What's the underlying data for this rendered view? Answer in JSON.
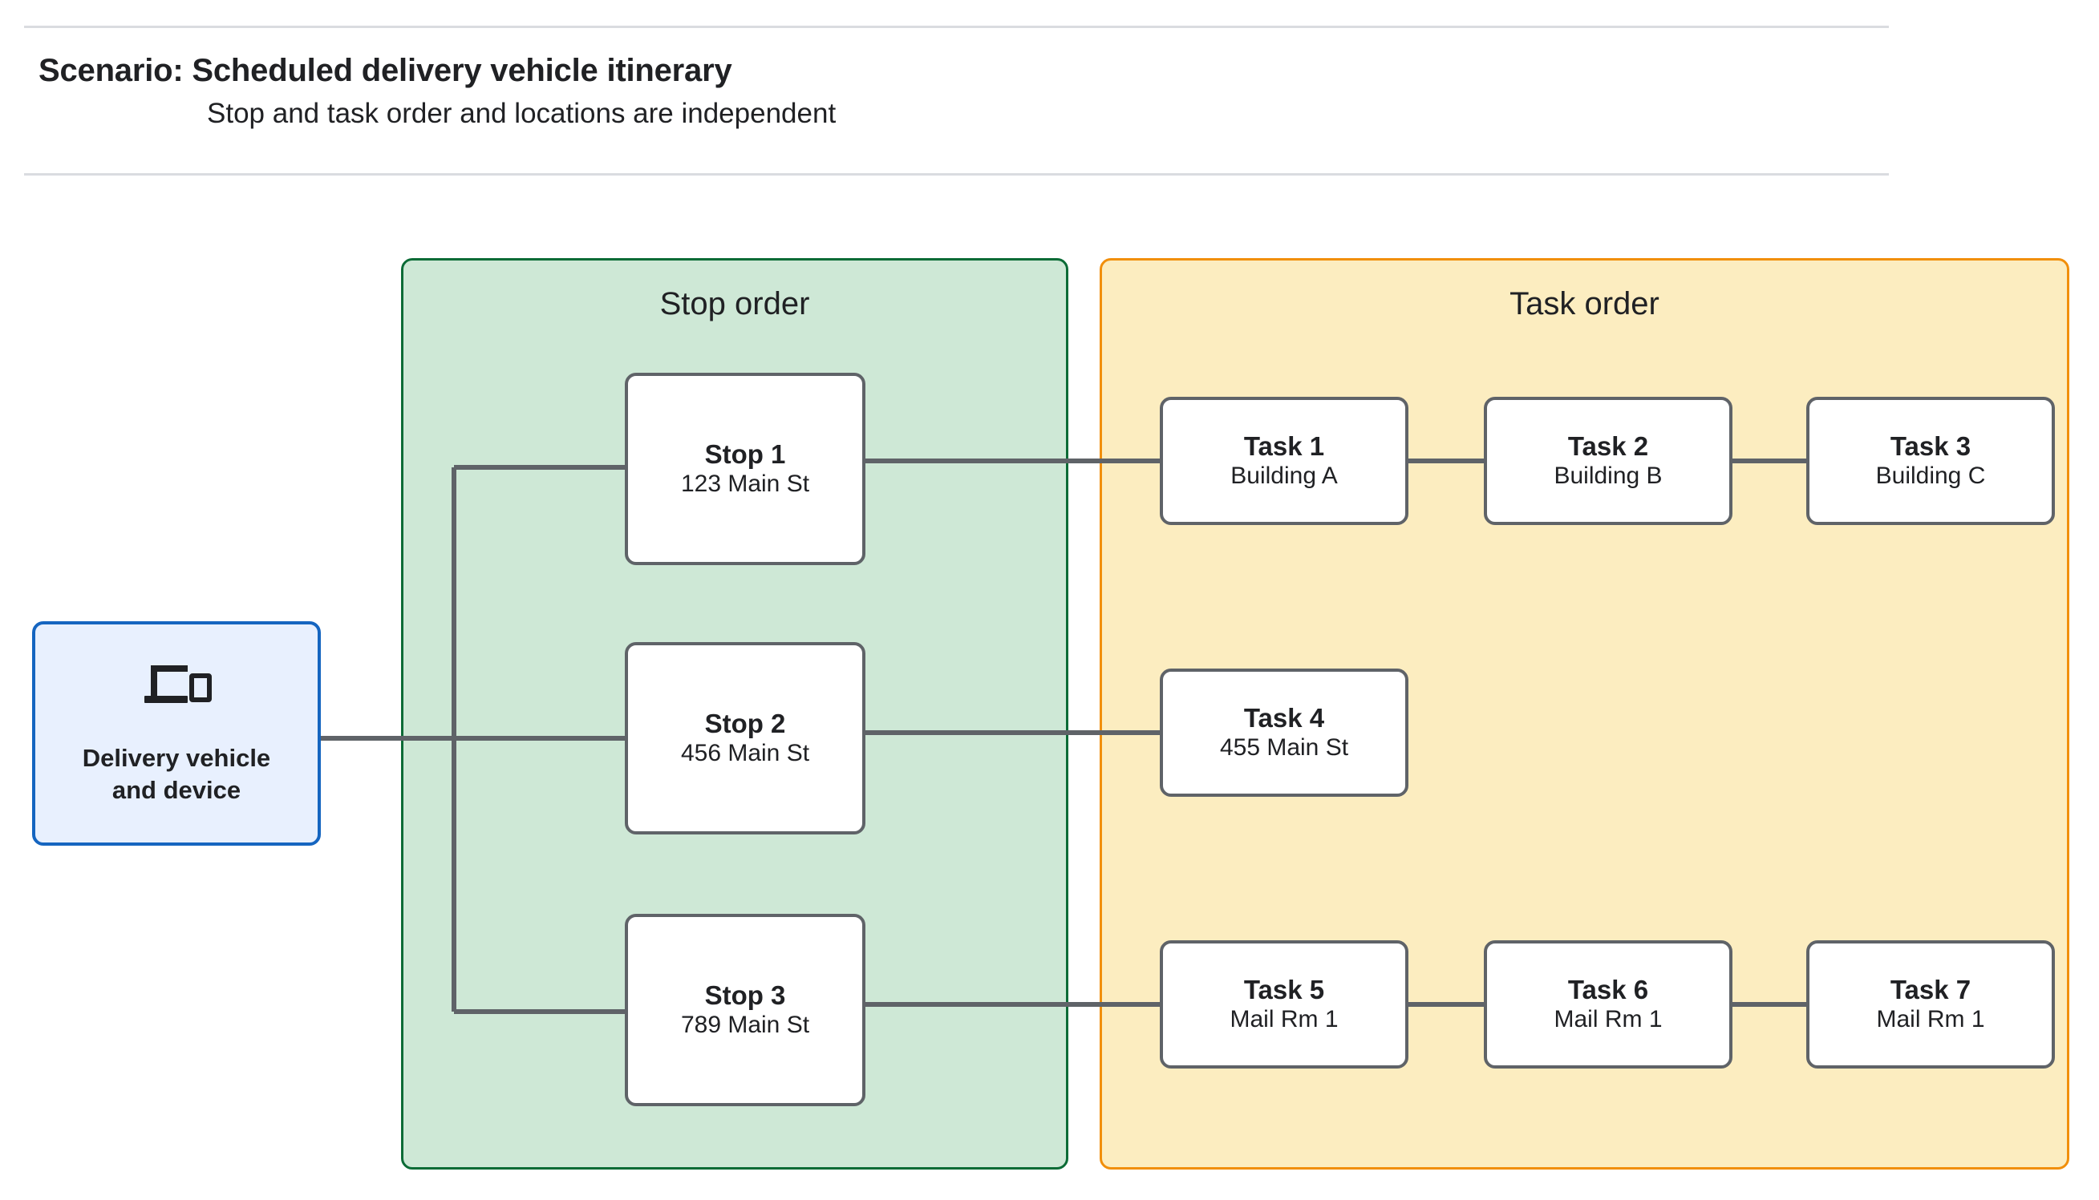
{
  "header": {
    "title": "Scenario: Scheduled delivery vehicle itinerary",
    "subtitle": "Stop and task order and locations are independent"
  },
  "vehicle": {
    "icon": "devices-icon",
    "label": "Delivery vehicle\nand device",
    "border_color": "#1565c0",
    "fill_color": "#e8f0fe"
  },
  "groups": {
    "stop": {
      "title": "Stop order",
      "fill_color": "#cee8d6",
      "border_color": "#0b6b36"
    },
    "task": {
      "title": "Task order",
      "fill_color": "#fcedc0",
      "border_color": "#f18f0b"
    }
  },
  "stops": [
    {
      "name": "Stop 1",
      "location": "123 Main St"
    },
    {
      "name": "Stop 2",
      "location": "456 Main St"
    },
    {
      "name": "Stop 3",
      "location": "789 Main St"
    }
  ],
  "tasks": [
    {
      "name": "Task 1",
      "location": "Building A"
    },
    {
      "name": "Task 2",
      "location": "Building B"
    },
    {
      "name": "Task 3",
      "location": "Building C"
    },
    {
      "name": "Task 4",
      "location": "455 Main St"
    },
    {
      "name": "Task 5",
      "location": "Mail Rm 1"
    },
    {
      "name": "Task 6",
      "location": "Mail Rm 1"
    },
    {
      "name": "Task 7",
      "location": "Mail Rm 1"
    }
  ],
  "connector_color": "#5f6368",
  "node_border_color": "#5f6368",
  "rule_color": "#dadce0"
}
